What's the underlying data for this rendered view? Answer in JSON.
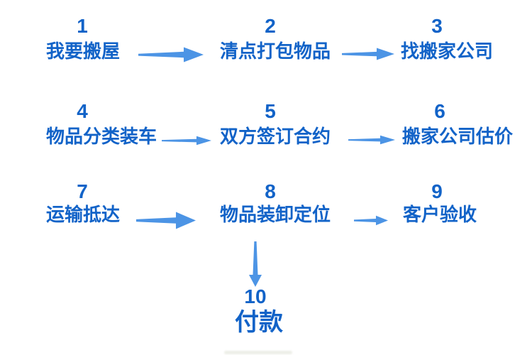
{
  "diagram": {
    "type": "flowchart",
    "description": "10-step moving-house process flow, three rows left-to-right plus a downward final step"
  },
  "colors": {
    "step_text": "#1263C8",
    "arrow": "#4C94E5",
    "background": "#FFFFFF"
  },
  "steps": [
    {
      "num": "1",
      "label": "我要搬屋"
    },
    {
      "num": "2",
      "label": "清点打包物品"
    },
    {
      "num": "3",
      "label": "找搬家公司"
    },
    {
      "num": "4",
      "label": "物品分类装车"
    },
    {
      "num": "5",
      "label": "双方签订合约"
    },
    {
      "num": "6",
      "label": "搬家公司估价"
    },
    {
      "num": "7",
      "label": "运输抵达"
    },
    {
      "num": "8",
      "label": "物品装卸定位"
    },
    {
      "num": "9",
      "label": "客户验收"
    },
    {
      "num": "10",
      "label": "付款"
    }
  ],
  "connections": [
    {
      "from": "1",
      "to": "2",
      "direction": "right"
    },
    {
      "from": "2",
      "to": "3",
      "direction": "right"
    },
    {
      "from": "4",
      "to": "5",
      "direction": "right"
    },
    {
      "from": "5",
      "to": "6",
      "direction": "right"
    },
    {
      "from": "7",
      "to": "8",
      "direction": "right"
    },
    {
      "from": "8",
      "to": "9",
      "direction": "right"
    },
    {
      "from": "8",
      "to": "10",
      "direction": "down"
    }
  ]
}
